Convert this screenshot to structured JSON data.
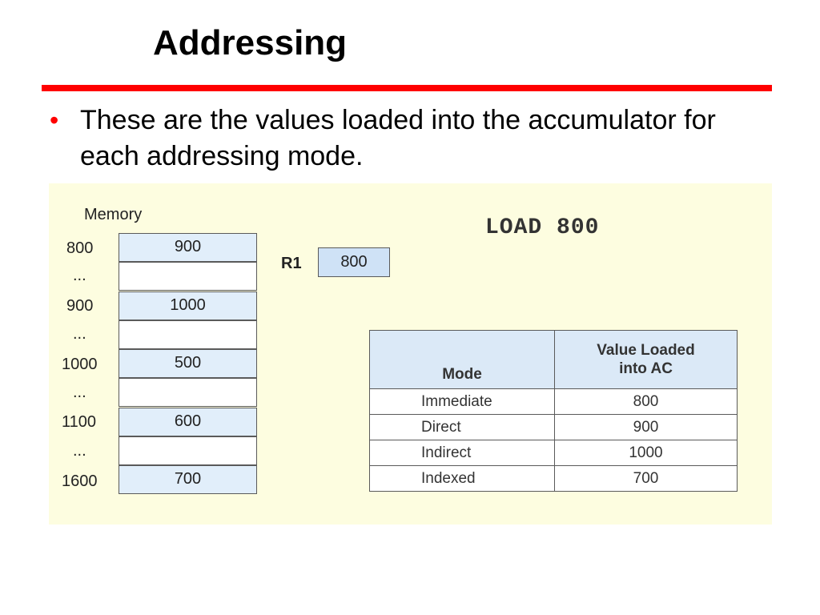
{
  "title": "Addressing",
  "bullet": "These are the values loaded into the accumulator for each addressing mode.",
  "figure": {
    "memory_label": "Memory",
    "memory": [
      {
        "addr": "800",
        "value": "900"
      },
      {
        "addr": "...",
        "value": ""
      },
      {
        "addr": "900",
        "value": "1000"
      },
      {
        "addr": "...",
        "value": ""
      },
      {
        "addr": "1000",
        "value": "500"
      },
      {
        "addr": "...",
        "value": ""
      },
      {
        "addr": "1100",
        "value": "600"
      },
      {
        "addr": "...",
        "value": ""
      },
      {
        "addr": "1600",
        "value": "700"
      }
    ],
    "register": {
      "label": "R1",
      "value": "800"
    },
    "instruction": "LOAD 800",
    "table": {
      "headers": {
        "mode": "Mode",
        "value_line1": "Value Loaded",
        "value_line2": "into AC"
      },
      "rows": [
        {
          "mode": "Immediate",
          "value": "800"
        },
        {
          "mode": "Direct",
          "value": "900"
        },
        {
          "mode": "Indirect",
          "value": "1000"
        },
        {
          "mode": "Indexed",
          "value": "700"
        }
      ]
    }
  },
  "colors": {
    "accent_rule": "#ff0000",
    "figure_bg": "#fdfde0",
    "cell_fill": "#e1eefa"
  }
}
